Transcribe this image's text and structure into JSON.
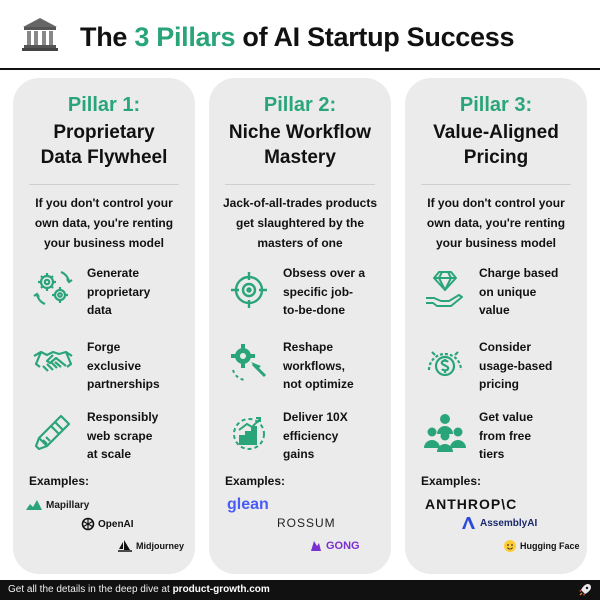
{
  "header": {
    "title_before": "The ",
    "title_accent": "3 Pillars",
    "title_after": " of AI Startup Success"
  },
  "colors": {
    "accent": "#2aa57a",
    "card_bg": "#ebebeb",
    "footer_bg": "#111111"
  },
  "pillars": [
    {
      "label": "Pillar 1:",
      "title_line1": "Proprietary",
      "title_line2": "Data Flywheel",
      "desc_line1": "If you don't control your",
      "desc_line2": "own data, you're renting",
      "desc_line3": "your business model",
      "items": [
        {
          "icon": "gears-cycle-icon",
          "line1": "Generate",
          "line2": "proprietary",
          "line3": "data"
        },
        {
          "icon": "handshake-icon",
          "line1": "Forge",
          "line2": "exclusive",
          "line3": "partnerships"
        },
        {
          "icon": "scraper-tool-icon",
          "line1": "Responsibly",
          "line2": "web scrape",
          "line3": "at scale"
        }
      ],
      "examples_label": "Examples:",
      "examples": [
        "Mapillary",
        "OpenAI",
        "Midjourney"
      ]
    },
    {
      "label": "Pillar 2:",
      "title_line1": "Niche Workflow",
      "title_line2": "Mastery",
      "desc_line1": "Jack-of-all-trades products",
      "desc_line2": "get slaughtered by the",
      "desc_line3": "masters of one",
      "items": [
        {
          "icon": "target-crosshair-icon",
          "line1": "Obsess over a",
          "line2": "specific job-",
          "line3": "to-be-done"
        },
        {
          "icon": "gear-cursor-icon",
          "line1": "Reshape",
          "line2": "workflows,",
          "line3": "not optimize"
        },
        {
          "icon": "growth-chart-gear-icon",
          "line1": "Deliver 10X",
          "line2": "efficiency",
          "line3": "gains"
        }
      ],
      "examples_label": "Examples:",
      "examples": [
        "glean",
        "ROSSUM",
        "GONG"
      ]
    },
    {
      "label": "Pillar 3:",
      "title_line1": "Value-Aligned",
      "title_line2": "Pricing",
      "desc_line1": "If you don't control your",
      "desc_line2": "own data, you're renting",
      "desc_line3": "your business model",
      "items": [
        {
          "icon": "diamond-hand-icon",
          "line1": "Charge based",
          "line2": "on unique",
          "line3": "value"
        },
        {
          "icon": "dollar-gauge-icon",
          "line1": "Consider",
          "line2": "usage-based",
          "line3": "pricing"
        },
        {
          "icon": "people-group-icon",
          "line1": "Get value",
          "line2": "from free",
          "line3": "tiers"
        }
      ],
      "examples_label": "Examples:",
      "examples": [
        "ANTHROP\\C",
        "AssemblyAI",
        "Hugging Face"
      ]
    }
  ],
  "footer": {
    "text_prefix": "Get all the details in the deep dive at ",
    "text_link": "product-growth.com"
  }
}
